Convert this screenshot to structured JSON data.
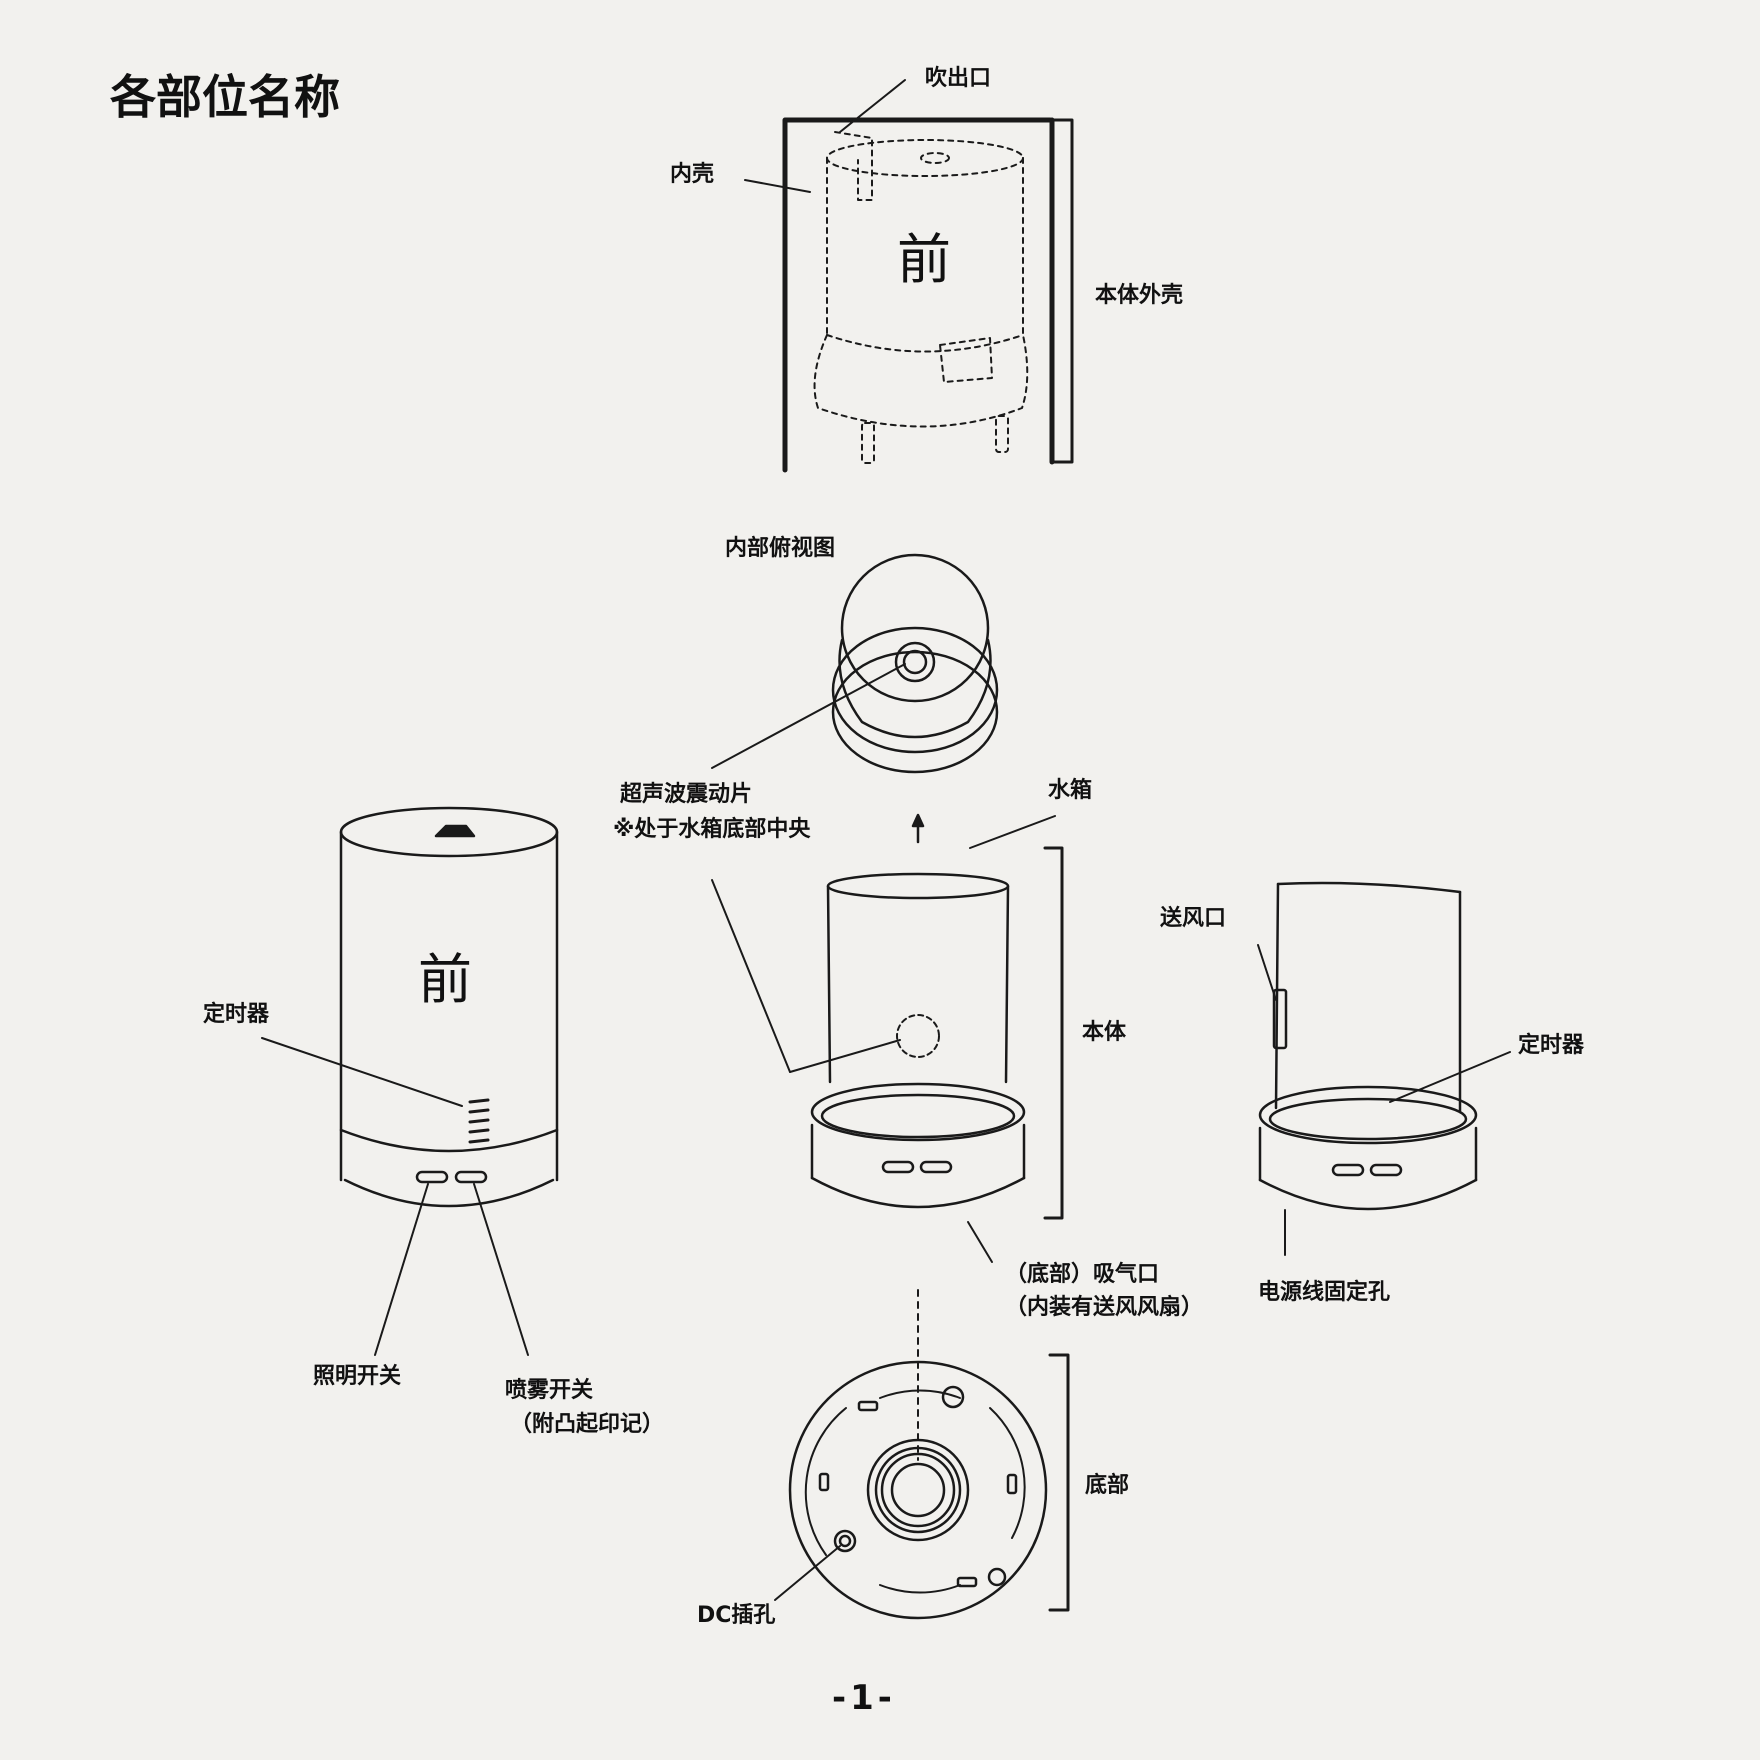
{
  "title": "各部位名称",
  "front_mark": "前",
  "labels": {
    "outlet": "吹出口",
    "inner_shell": "内壳",
    "outer_shell": "本体外壳",
    "top_view": "内部俯视图",
    "ultrasonic_line1": "超声波震动片",
    "ultrasonic_line2": "※处于水箱底部中央",
    "water_tank": "水箱",
    "air_vent": "送风口",
    "timer_left": "定时器",
    "timer_right": "定时器",
    "body": "本体",
    "intake_line1": "（底部）吸气口",
    "intake_line2": "（内装有送风风扇）",
    "cord_hole": "电源线固定孔",
    "light_switch": "照明开关",
    "mist_switch_line1": "喷雾开关",
    "mist_switch_line2": "（附凸起印记）",
    "bottom": "底部",
    "dc_jack": "DC插孔"
  },
  "page_number": "-1-"
}
